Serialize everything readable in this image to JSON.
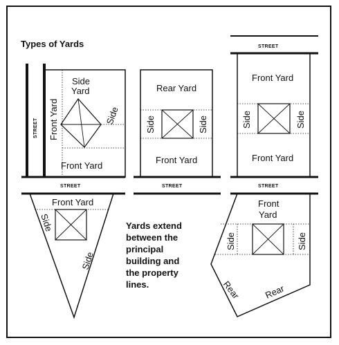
{
  "title": "Types of Yards",
  "labels": {
    "street": "STREET",
    "front_yard": "Front Yard",
    "front": "Front",
    "yard": "Yard",
    "rear_yard": "Rear Yard",
    "side_yard_top": "Side",
    "side_yard_bottom": "Yard",
    "side": "Side",
    "rear": "Rear"
  },
  "note": {
    "lines": [
      "Yards extend",
      "between the",
      "principal",
      "building and",
      "the property",
      "lines."
    ]
  }
}
